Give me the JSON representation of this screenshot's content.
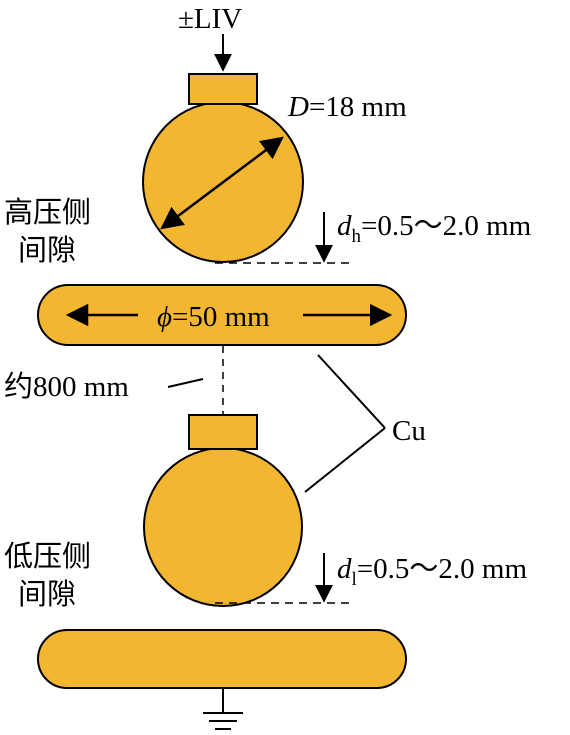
{
  "labels": {
    "voltage": "±LIV",
    "diameter_sym": "D",
    "diameter_val": "=18 mm",
    "high_gap_line1": "高压侧",
    "high_gap_line2": "间隙",
    "dh_sym": "d",
    "dh_sub": "h",
    "dh_val": "=0.5～2.0 mm",
    "phi_sym": "ϕ",
    "phi_val": "=50 mm",
    "distance": "约800 mm",
    "material": "Cu",
    "low_gap_line1": "低压侧",
    "low_gap_line2": "间隙",
    "dl_sym": "d",
    "dl_sub": "l",
    "dl_val": "=0.5～2.0 mm"
  },
  "colors": {
    "electrode_fill": "#F2B631",
    "stroke": "#000000"
  },
  "icons": {
    "ground": "ground-symbol-icon"
  }
}
